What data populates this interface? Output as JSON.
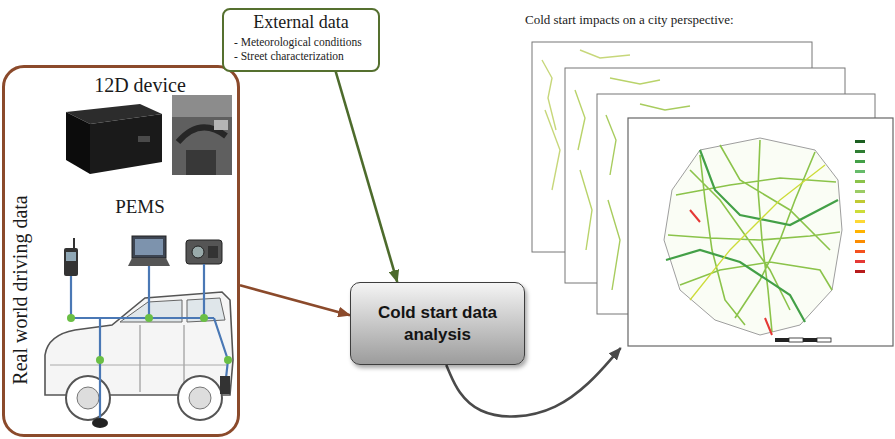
{
  "diagram": {
    "nodes": [
      {
        "text": [
          "Real world driving data",
          "12D device",
          "PEMS"
        ]
      },
      {
        "text": [
          "External data",
          "- Meteorological conditions",
          "- Street characterization"
        ]
      },
      {
        "text": [
          "Cold start data analysis"
        ]
      },
      {
        "text": [
          "Cold start impacts on a city perspective:"
        ]
      }
    ],
    "edges": [
      {
        "from": 0,
        "to": 2,
        "arrow": "to"
      },
      {
        "from": 1,
        "to": 2,
        "arrow": "to"
      },
      {
        "from": 2,
        "to": 3,
        "arrow": "to"
      }
    ]
  }
}
